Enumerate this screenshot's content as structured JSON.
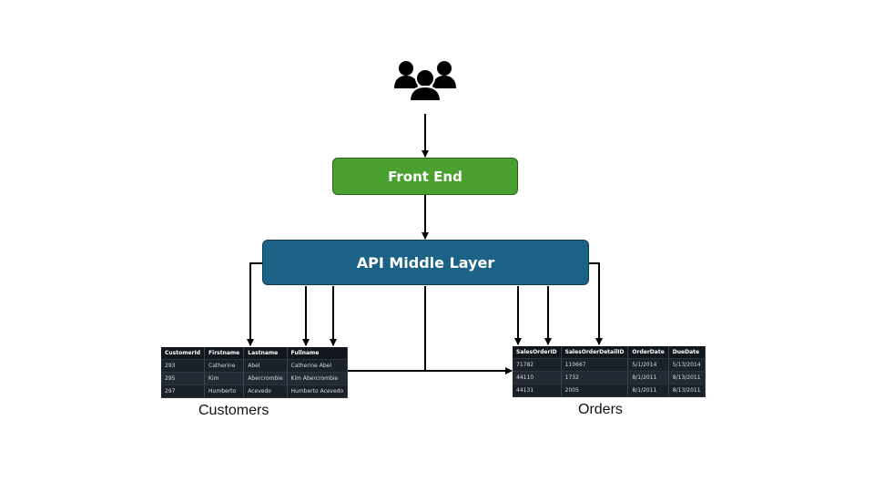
{
  "front_end": {
    "label": "Front End"
  },
  "api_layer": {
    "label": "API Middle Layer"
  },
  "icons": {
    "users": "users-group-icon"
  },
  "colors": {
    "front_end": "#4aa12f",
    "api_layer": "#1c6287",
    "table_bg": "#1b2129"
  },
  "customers": {
    "label": "Customers",
    "columns": [
      "CustomerId",
      "Firstname",
      "Lastname",
      "Fullname"
    ],
    "rows": [
      [
        "293",
        "Catherine",
        "Abel",
        "Catherine Abel"
      ],
      [
        "295",
        "Kim",
        "Abercrombie",
        "Kim Abercrombie"
      ],
      [
        "297",
        "Humberto",
        "Acevedo",
        "Humberto Acevedo"
      ]
    ]
  },
  "orders": {
    "label": "Orders",
    "columns": [
      "SalesOrderID",
      "SalesOrderDetailID",
      "OrderDate",
      "DueDate"
    ],
    "rows": [
      [
        "71782",
        "110667",
        "5/1/2014",
        "5/13/2014"
      ],
      [
        "44110",
        "1732",
        "8/1/2011",
        "8/13/2011"
      ],
      [
        "44131",
        "2005",
        "8/1/2011",
        "8/13/2011"
      ]
    ]
  }
}
